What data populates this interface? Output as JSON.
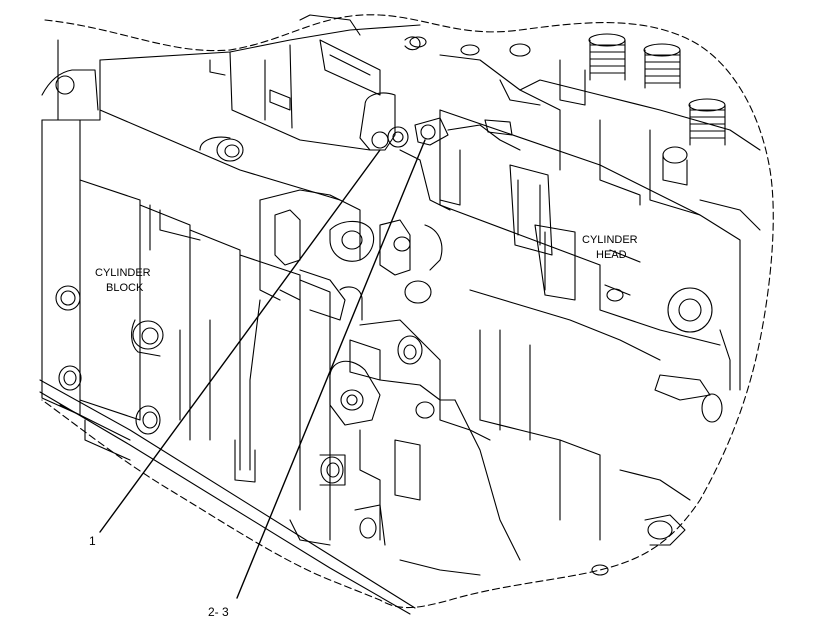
{
  "labels": {
    "cylinder_block_line1": "CYLINDER",
    "cylinder_block_line2": "BLOCK",
    "cylinder_head_line1": "CYLINDER",
    "cylinder_head_line2": "HEAD"
  },
  "callouts": {
    "callout_1": "1",
    "callout_2_3": "2- 3"
  },
  "colors": {
    "line": "#000000",
    "background": "#ffffff"
  }
}
